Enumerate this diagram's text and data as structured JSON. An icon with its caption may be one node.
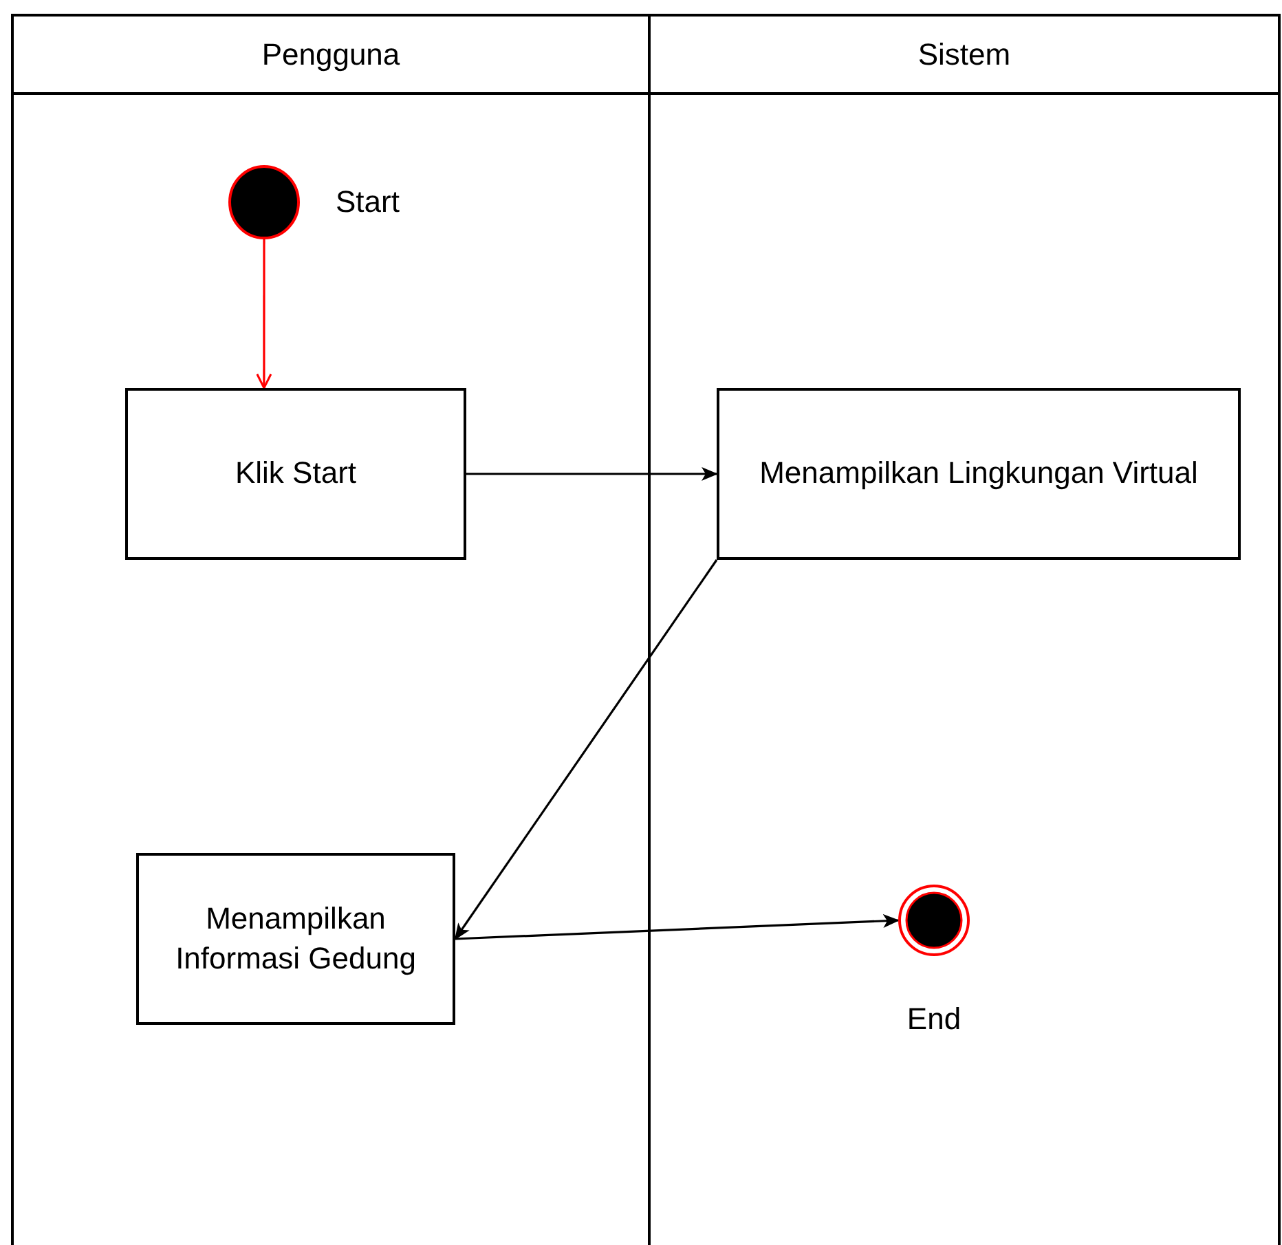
{
  "diagram": {
    "nodes": [
      {
        "text": [
          "Pengguna"
        ]
      },
      {
        "text": [
          "Sistem"
        ]
      },
      {
        "text": [],
        "shape": "circle",
        "in": 0,
        "beside": [
          "Start"
        ]
      },
      {
        "text": [
          "Klik Start"
        ],
        "in": 0
      },
      {
        "text": [
          "Menampilkan Lingkungan Virtual"
        ],
        "in": 1
      },
      {
        "text": [
          "Menampilkan Informasi Gedung"
        ],
        "in": 0
      },
      {
        "text": [],
        "shape": "circle",
        "in": 1,
        "beside": [
          "End"
        ]
      }
    ],
    "edges": [
      {
        "from": 2,
        "to": 3,
        "arrow": "to",
        "color": "#ff0000"
      },
      {
        "from": 3,
        "to": 4,
        "arrow": "to"
      },
      {
        "from": 4,
        "to": 5,
        "arrow": "to"
      },
      {
        "from": 5,
        "to": 6,
        "arrow": "to"
      }
    ]
  }
}
